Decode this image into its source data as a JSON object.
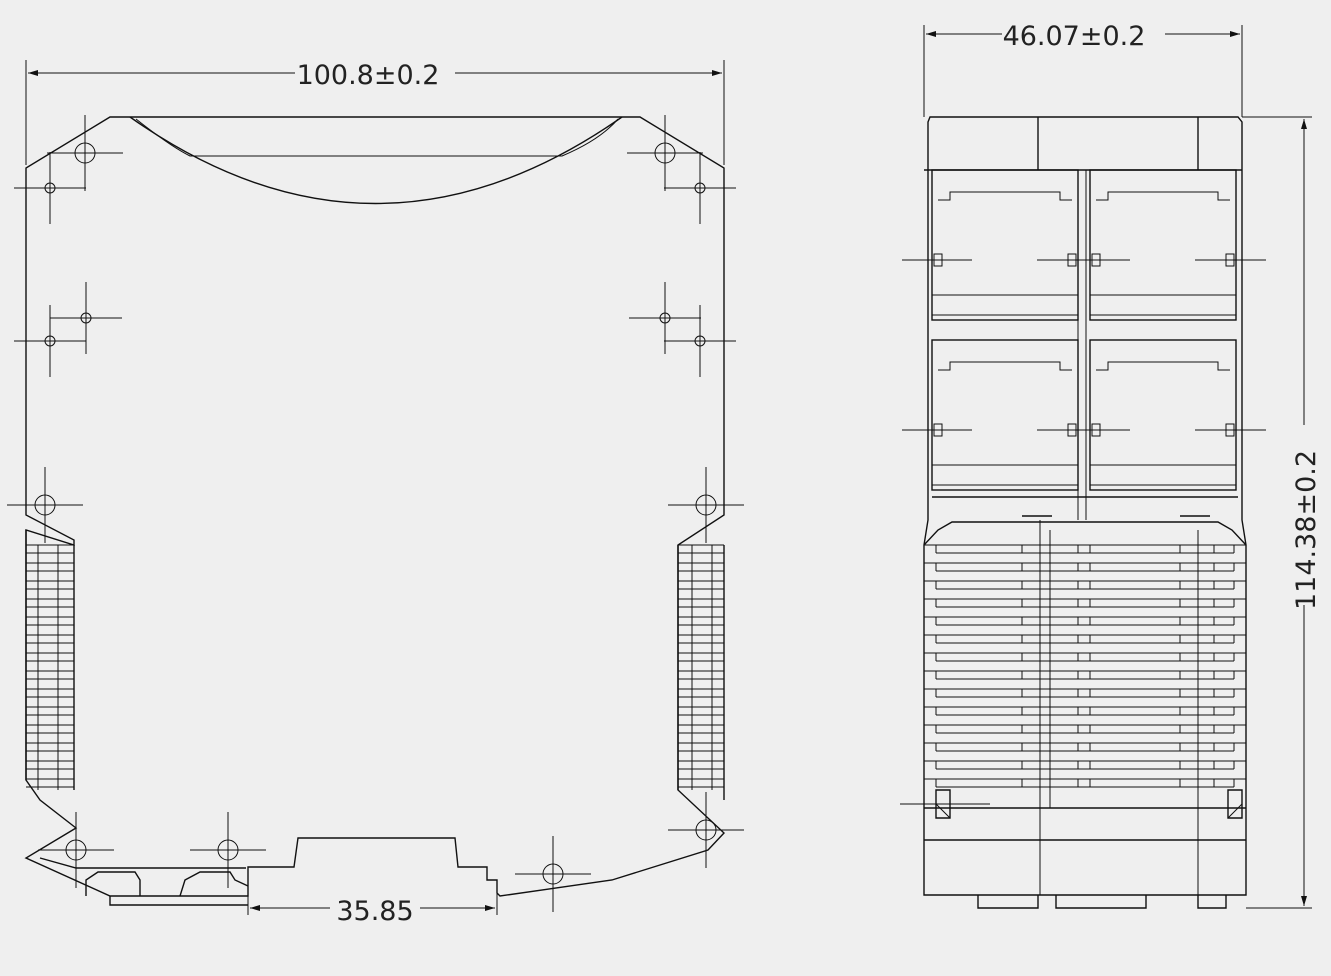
{
  "dimensions": {
    "front_width": "100.8±0.2",
    "rail_width": "35.85",
    "side_width": "46.07±0.2",
    "side_height": "114.38±0.2"
  },
  "colors": {
    "background": "#efefef",
    "line": "#111111"
  }
}
